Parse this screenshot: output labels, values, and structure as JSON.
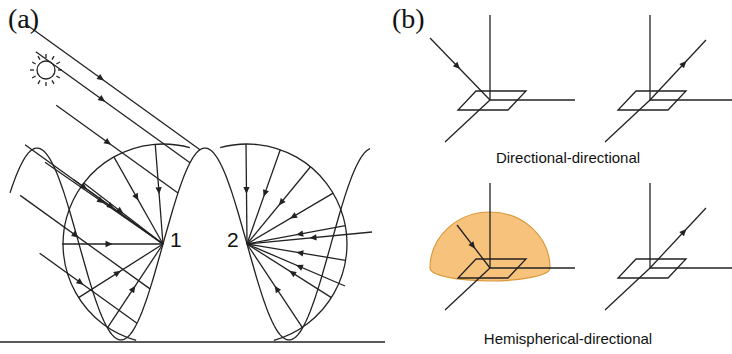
{
  "diagram": {
    "labels": [
      "(a)",
      "(b)",
      "1",
      "2",
      "Directional-directional",
      "Hemispherical-directional"
    ]
  }
}
